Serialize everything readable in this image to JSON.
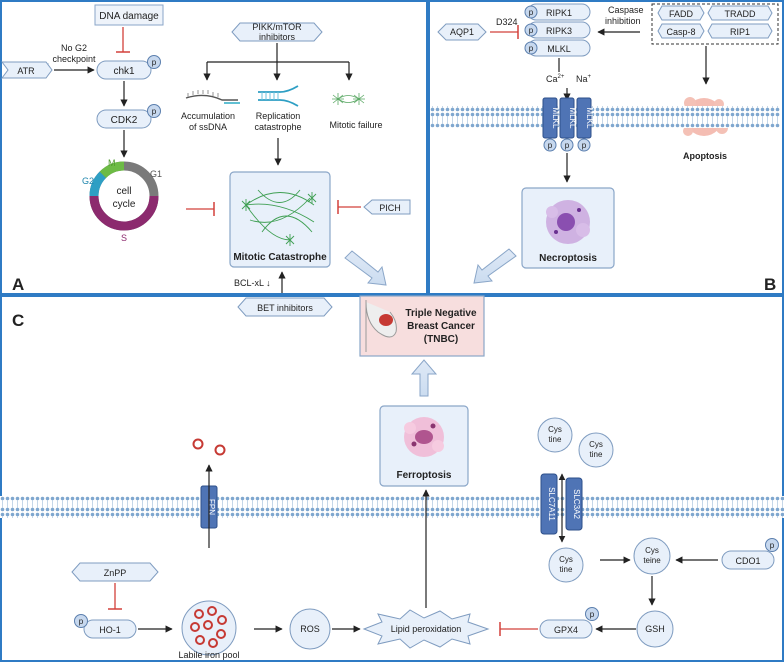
{
  "panels": {
    "a": "A",
    "b": "B",
    "c": "C"
  },
  "center": {
    "line1": "Triple Negative",
    "line2": "Breast Cancer",
    "line3": "(TNBC)"
  },
  "panel_a": {
    "dna_damage": "DNA damage",
    "no_g2_line1": "No G2",
    "no_g2_line2": "checkpoint",
    "atr": "ATR",
    "chk1": "chk1",
    "cdk2": "CDK2",
    "p_badge": "p",
    "pikk_line1": "PIKK/mTOR",
    "pikk_line2": "inhibitors",
    "ssdna_line1": "Accumulation",
    "ssdna_line2": "of ssDNA",
    "replication_line1": "Replication",
    "replication_line2": "catastrophe",
    "mitotic_failure": "Mitotic failure",
    "cycle_line1": "cell",
    "cycle_line2": "cycle",
    "phase_m": "M",
    "phase_g2": "G2",
    "phase_g1": "G1",
    "phase_s": "S",
    "mitotic_catastrophe": "Mitotic Catastrophe",
    "pich": "PICH",
    "bclxl": "BCL-xL ↓",
    "bet": "BET inhibitors",
    "colors": {
      "m": "#6dbb45",
      "g2": "#2e9fc4",
      "g1": "#7a7a7a",
      "s": "#8c2a6e"
    }
  },
  "panel_b": {
    "aqp1": "AQP1",
    "d324": "D324",
    "ripk1": "RIPK1",
    "ripk3": "RIPK3",
    "mlkl": "MLKL",
    "caspase_line1": "Caspase",
    "caspase_line2": "inhibition",
    "fadd": "FADD",
    "tradd": "TRADD",
    "casp8": "Casp-8",
    "rip1": "RIP1",
    "ca": "Ca",
    "ca_sup": "2+",
    "na": "Na",
    "na_sup": "+",
    "mlkl_channel": "MLKL",
    "apoptosis": "Apoptosis",
    "necroptosis": "Necroptosis"
  },
  "panel_c": {
    "ferroptosis": "Ferroptosis",
    "fpn": "FPN",
    "cystine": [
      "Cys",
      "tine"
    ],
    "cysteine": [
      "Cys",
      "teine"
    ],
    "slc7a11": "SLC7A11",
    "slc3a2": "SLC3A2",
    "cdo1": "CDO1",
    "znpp": "ZnPP",
    "ho1": "HO-1",
    "labile_iron": "Labile iron pool",
    "ros": "ROS",
    "lipid_perox": "Lipid peroxidation",
    "gpx4": "GPX4",
    "gsh": "GSH"
  },
  "colors": {
    "divider": "#2f7bc4",
    "box_blue": "#e8f0fa",
    "box_border": "#8aa6c8",
    "inhibit": "#d2403a",
    "tnbc_fill": "#f7dede"
  }
}
